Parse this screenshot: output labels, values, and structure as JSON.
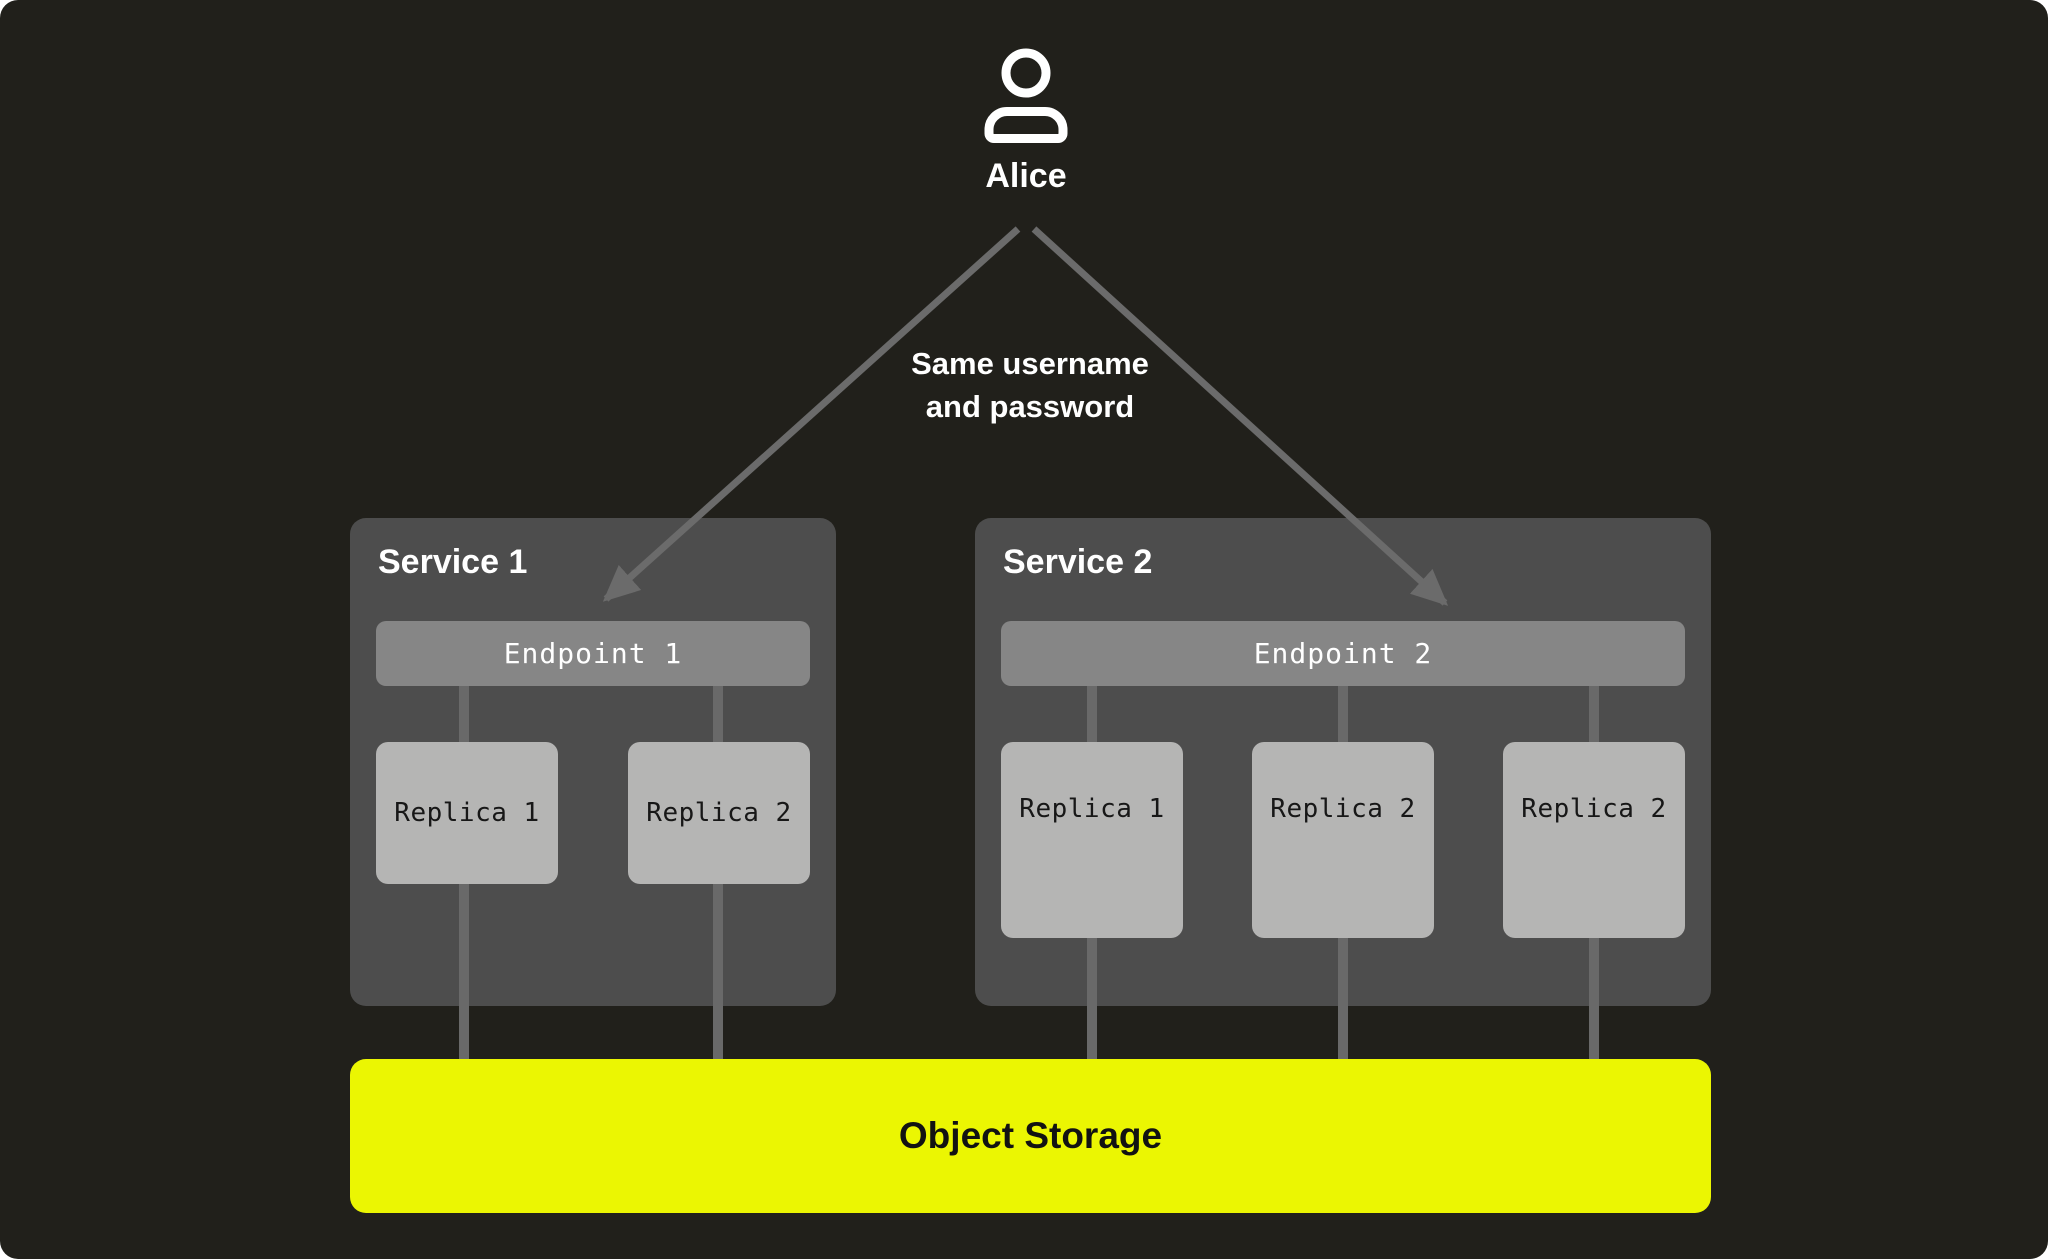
{
  "user": {
    "name": "Alice",
    "icon": "user-icon"
  },
  "annotation": {
    "line1": "Same username",
    "line2": "and password"
  },
  "services": [
    {
      "title": "Service 1",
      "endpoint": "Endpoint 1",
      "replicas": [
        "Replica 1",
        "Replica 2"
      ]
    },
    {
      "title": "Service 2",
      "endpoint": "Endpoint 2",
      "replicas": [
        "Replica 1",
        "Replica 2",
        "Replica 2"
      ]
    }
  ],
  "storage": {
    "label": "Object Storage"
  },
  "colors": {
    "canvas_background": "#21201B",
    "service_box": "#4D4D4D",
    "endpoint_bar": "#868686",
    "replica_box": "#B5B5B4",
    "connector_line": "#696969",
    "arrow": "#6B6B6B",
    "storage_accent": "#EBF602",
    "text_light": "#FFFFFF",
    "text_dark": "#171717"
  }
}
